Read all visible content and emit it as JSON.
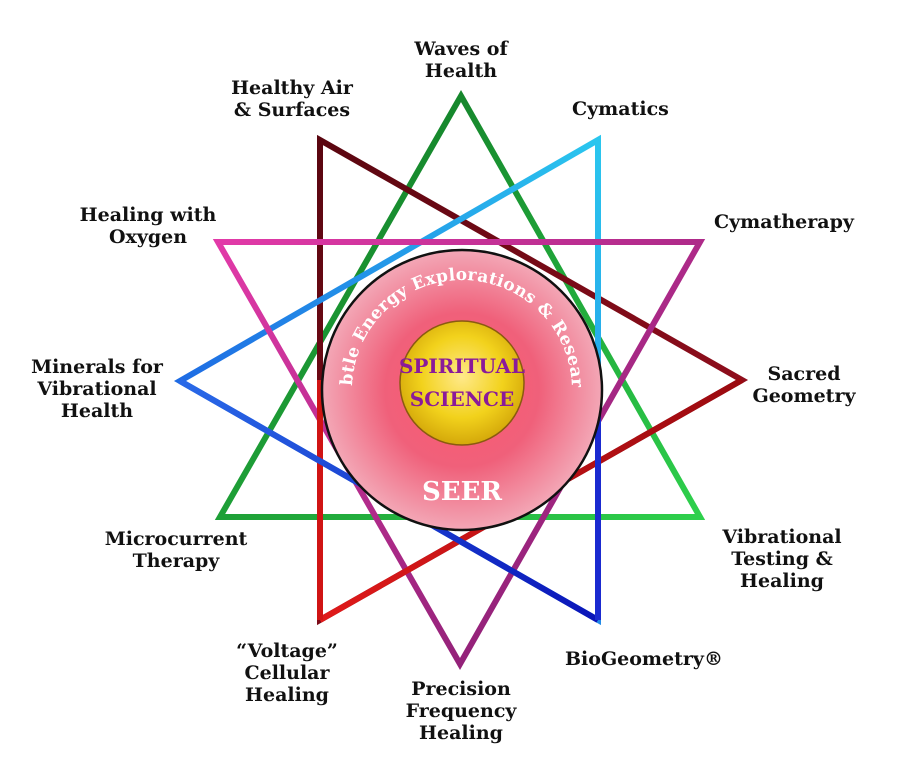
{
  "diagram": {
    "center": {
      "arc_text": "Subtle Energy Explorations & Research",
      "acronym": "SEER",
      "core_line1": "SPIRITUAL",
      "core_line2": "SCIENCE"
    },
    "labels": {
      "waves_of_health": [
        "Waves of",
        "Health"
      ],
      "healthy_air": [
        "Healthy Air",
        "& Surfaces"
      ],
      "cymatics": [
        "Cymatics"
      ],
      "healing_oxygen": [
        "Healing with",
        "Oxygen"
      ],
      "cymatherapy": [
        "Cymatherapy"
      ],
      "minerals": [
        "Minerals for",
        "Vibrational",
        "Health"
      ],
      "sacred_geometry": [
        "Sacred",
        "Geometry"
      ],
      "microcurrent": [
        "Microcurrent",
        "Therapy"
      ],
      "vibrational_testing": [
        "Vibrational",
        "Testing &",
        "Healing"
      ],
      "voltage": [
        "“Voltage”",
        "Cellular",
        "Healing"
      ],
      "precision": [
        "Precision",
        "Frequency",
        "Healing"
      ],
      "biogeometry": [
        "BioGeometry®"
      ]
    },
    "colors": {
      "green_triangle": "#1aa83a",
      "maroon_triangle": "#7a0a16",
      "cyan_triangle": "#1aa6e0",
      "magenta_triangle": "#cc2aa0",
      "red_triangle": "#cc1111",
      "blue_triangle": "#1a2ad0",
      "outer_circle": "#f0607a",
      "core_circle": "#f2d21c",
      "core_text": "#8a1a9a",
      "circle_text": "#ffffff"
    }
  }
}
